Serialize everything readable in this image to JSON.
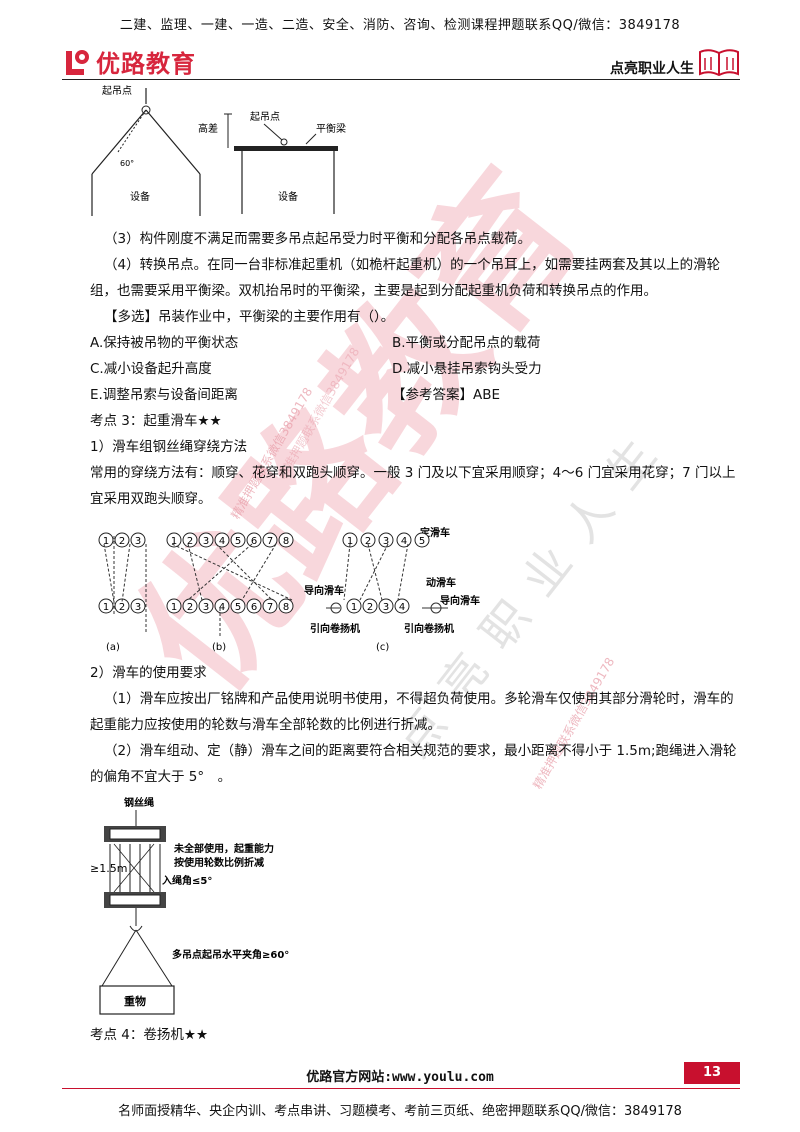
{
  "header": {
    "top_banner": "二建、监理、一建、一造、二造、安全、消防、咨询、检测课程押题联系QQ/微信：3849178",
    "logo_text": "优路教育",
    "slogan": "点亮职业人生"
  },
  "figure_top": {
    "left_label_lift": "起吊点",
    "left_label_angle": "60°",
    "left_label_equipment": "设备",
    "right_label_height": "高差",
    "right_label_lift": "起吊点",
    "right_label_beam": "平衡梁",
    "right_label_equipment": "设备"
  },
  "text": {
    "item3": "（3）构件刚度不满足而需要多吊点起吊受力时平衡和分配各吊点载荷。",
    "item4": "（4）转换吊点。在同一台非标准起重机（如桅杆起重机）的一个吊耳上，如需要挂两套及其以上的滑轮组，也需要采用平衡梁。双机抬吊时的平衡梁，主要是起到分配起重机负荷和转换吊点的作用。",
    "question": "【多选】吊装作业中，平衡梁的主要作用有（）。",
    "opt_a": "A.保持被吊物的平衡状态",
    "opt_b": "B.平衡或分配吊点的载荷",
    "opt_c": "C.减小设备起升高度",
    "opt_d": "D.减小悬挂吊索钩头受力",
    "opt_e": "E.调整吊索与设备间距离",
    "answer": "【参考答案】ABE",
    "point3": "考点 3：起重滑车★★",
    "sub1": "1）滑车组钢丝绳穿绕方法",
    "methods": "常用的穿绕方法有：顺穿、花穿和双跑头顺穿。一般 3 门及以下宜采用顺穿；4～6 门宜采用花穿；7 门以上宜采用双跑头顺穿。",
    "sub2": "2）滑车的使用要求",
    "req1": "（1）滑车应按出厂铭牌和产品使用说明书使用，不得超负荷使用。多轮滑车仅使用其部分滑轮时，滑车的起重能力应按使用的轮数与滑车全部轮数的比例进行折减。",
    "req2": "（2）滑车组动、定（静）滑车之间的距离要符合相关规范的要求，最小距离不得小于 1.5m;跑绳进入滑轮的偏角不宜大于 5°　。",
    "point4": "考点 4：卷扬机★★"
  },
  "figure_pulley": {
    "label_a": "(a)",
    "label_b": "(b)",
    "label_c": "(c)",
    "fixed_pulley": "定滑车",
    "guide_pulley_left": "导向滑车",
    "moving_pulley": "动滑车",
    "guide_pulley_right": "导向滑车",
    "winch_left": "引向卷扬机",
    "winch_right": "引向卷扬机",
    "nums3": [
      "1",
      "2",
      "3"
    ],
    "nums8": [
      "1",
      "2",
      "3",
      "4",
      "5",
      "6",
      "7",
      "8"
    ],
    "nums5": [
      "1",
      "2",
      "3",
      "4",
      "5"
    ],
    "nums5_lower": [
      "1",
      "2",
      "3",
      "4"
    ]
  },
  "figure_block": {
    "wire_rope": "钢丝绳",
    "note1": "未全部使用，起重能力",
    "note2": "按使用轮数比例折减",
    "distance": "≥1.5m",
    "angle": "入绳角≤5°",
    "multi_point": "多吊点起吊水平夹角≥60°",
    "load": "重物"
  },
  "footer": {
    "site": "优路官方网站:www.youlu.com",
    "page_number": "13",
    "bottom_banner": "名师面授精华、央企内训、考点串讲、习题模考、考前三页纸、绝密押题联系QQ/微信：3849178"
  },
  "watermark": {
    "big": "优路教育",
    "small": "点亮职业人生",
    "contact1": "精准押题联系微信3849178",
    "contact2": "精准押题联系微信3849178",
    "contact3": "精准押题联系微信3849178"
  },
  "colors": {
    "brand_red": "#d7263d",
    "page_badge": "#c8102e",
    "watermark_pink": "#f3b6bf"
  }
}
